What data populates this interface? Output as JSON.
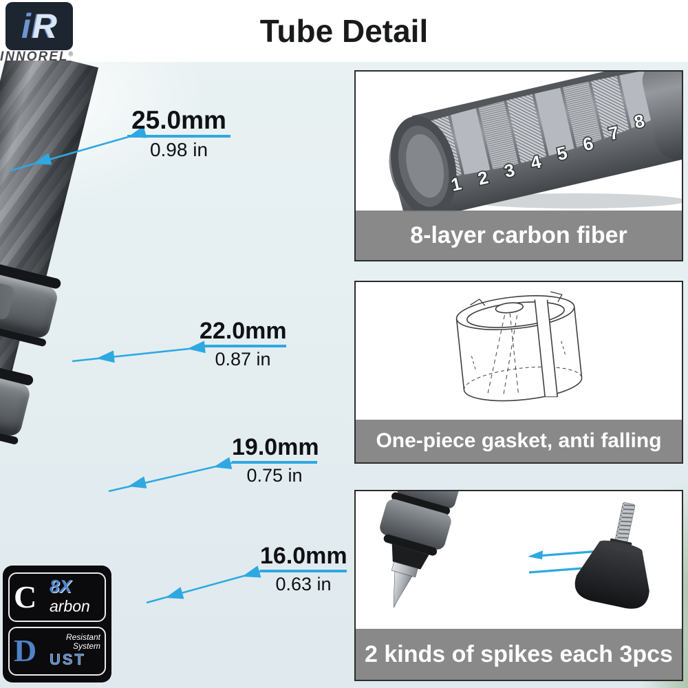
{
  "page": {
    "title": "Tube Detail"
  },
  "logo": {
    "mark_i": "i",
    "mark_r": "R",
    "brand": "INNOREL",
    "reg": "®"
  },
  "measurements": [
    {
      "mm": "25.0mm",
      "inch": "0.98 in"
    },
    {
      "mm": "22.0mm",
      "inch": "0.87 in"
    },
    {
      "mm": "19.0mm",
      "inch": "0.75 in"
    },
    {
      "mm": "16.0mm",
      "inch": "0.63 in"
    }
  ],
  "panels": [
    {
      "caption": "8-layer carbon fiber",
      "layers": [
        "1",
        "2",
        "3",
        "4",
        "5",
        "6",
        "7",
        "8"
      ]
    },
    {
      "caption": "One-piece gasket, anti falling"
    },
    {
      "caption": "2 kinds of spikes each 3pcs"
    }
  ],
  "badges": {
    "carbon": {
      "big": "C",
      "x8": "8X",
      "rest": "arbon"
    },
    "dust": {
      "big": "D",
      "line1": "Resistant",
      "line2": "System",
      "rest": "UST"
    }
  },
  "colors": {
    "accent_cyan": "#2FA8E1",
    "badge_blue": "#4f82c6",
    "caption_gray": "#808080",
    "background": "#e8f1f2",
    "panel_border": "#2c2c2c",
    "clamp_black": "#141619"
  }
}
